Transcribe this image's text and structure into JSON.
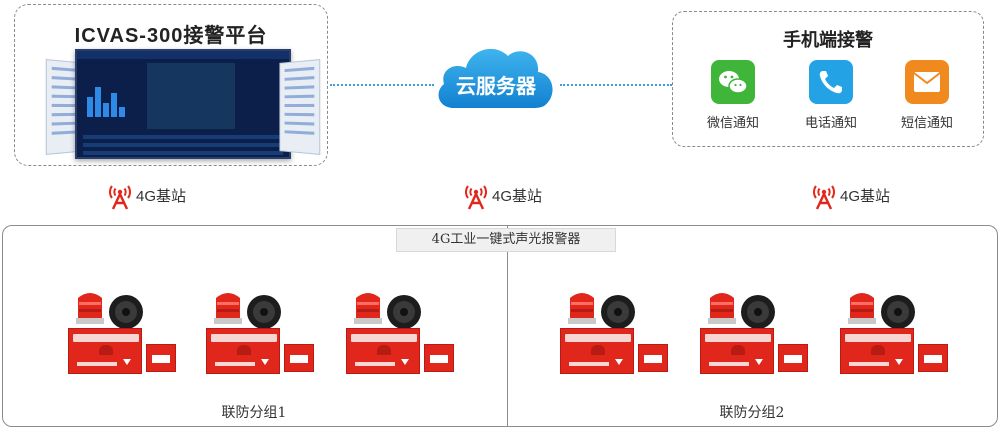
{
  "platform": {
    "title": "ICVAS-300接警平台"
  },
  "cloud": {
    "label": "云服务器"
  },
  "mobile": {
    "title": "手机端接警",
    "items": [
      {
        "label": "微信通知",
        "icon": "wechat-icon",
        "color": "#3fb53a"
      },
      {
        "label": "电话通知",
        "icon": "phone-icon",
        "color": "#23a2e6"
      },
      {
        "label": "短信通知",
        "icon": "mail-icon",
        "color": "#f08a1e"
      }
    ]
  },
  "stations": [
    {
      "label": "4G基站",
      "icon": "signal-tower-icon"
    },
    {
      "label": "4G基站",
      "icon": "signal-tower-icon"
    },
    {
      "label": "4G基站",
      "icon": "signal-tower-icon"
    }
  ],
  "alarm": {
    "title": "4G工业一键式声光报警器",
    "groups": [
      {
        "label": "联防分组1"
      },
      {
        "label": "联防分组2"
      }
    ]
  },
  "colors": {
    "accent": "#1e9ae0",
    "alarm_red": "#e1261c",
    "line": "#3d9fd6"
  }
}
